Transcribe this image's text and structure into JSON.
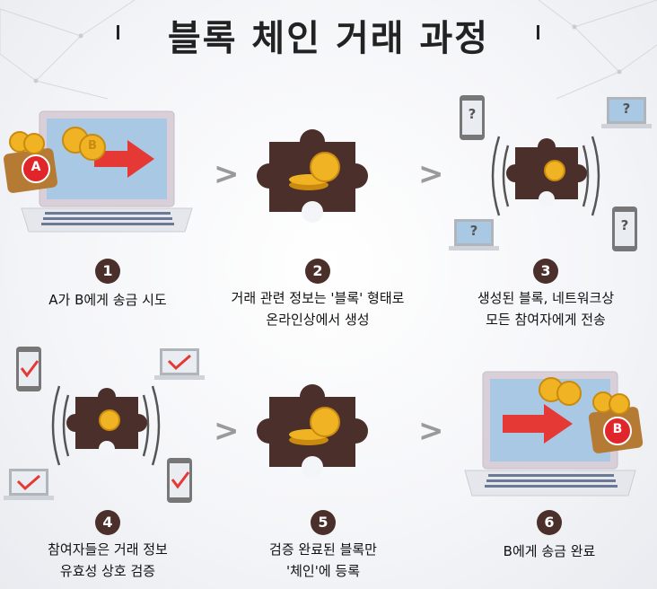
{
  "title": "블록 체인 거래 과정",
  "steps": [
    {
      "number": "1",
      "caption_line1": "A가 B에게 송금 시도",
      "caption_line2": ""
    },
    {
      "number": "2",
      "caption_line1": "거래 관련 정보는 '블록' 형태로",
      "caption_line2": "온라인상에서 생성"
    },
    {
      "number": "3",
      "caption_line1": "생성된 블록, 네트워크상",
      "caption_line2": "모든 참여자에게 전송"
    },
    {
      "number": "4",
      "caption_line1": "참여자들은 거래 정보",
      "caption_line2": "유효성 상호 검증"
    },
    {
      "number": "5",
      "caption_line1": "검증 완료된 블록만",
      "caption_line2": "'체인'에 등록"
    },
    {
      "number": "6",
      "caption_line1": "B에게 송금 완료",
      "caption_line2": ""
    }
  ],
  "labels": {
    "sender": "A",
    "receiver": "B",
    "coin_symbol": "B",
    "question": "?"
  },
  "arrow_glyph": ">",
  "colors": {
    "puzzle": "#4a2f2b",
    "coin": "#f0b323",
    "badge": "#e0252b",
    "arrow_red": "#e53935",
    "laptop_screen": "#a9c8e4"
  }
}
